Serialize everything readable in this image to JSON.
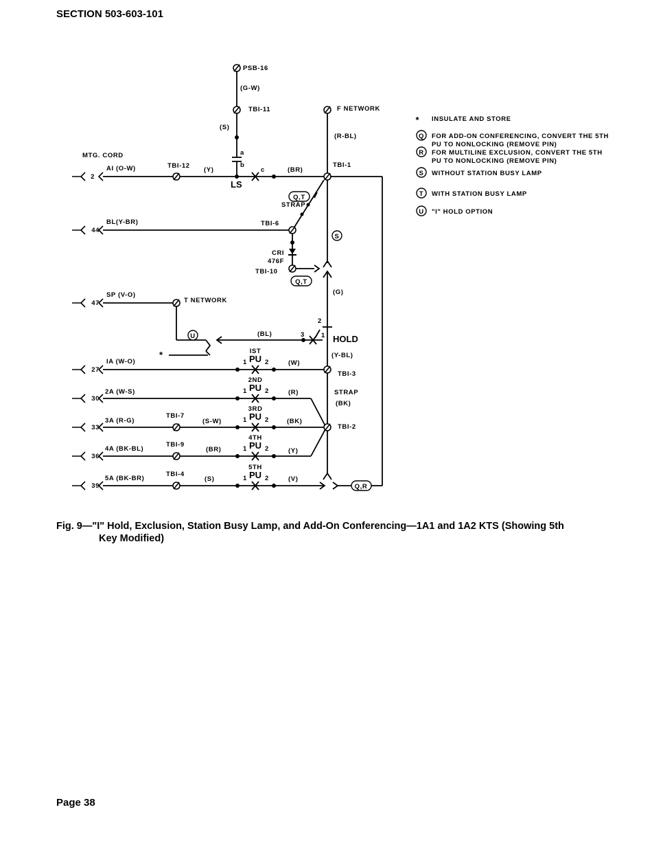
{
  "page": {
    "section": "SECTION 503-603-101",
    "page_number": "Page 38"
  },
  "figure": {
    "caption_line1": "Fig. 9—\"I\" Hold, Exclusion, Station Busy Lamp, and Add-On Conferencing—1A1 and 1A2 KTS (Showing 5th",
    "caption_line2": "Key Modified)"
  },
  "diagram": {
    "terminals": {
      "psb16": "PSB-16",
      "tb1_11": "TBI-11",
      "f_network": "F NETWORK",
      "tb1_12": "TBI-12",
      "tb1_1": "TBI-1",
      "tb1_6": "TBI-6",
      "tb1_10": "TBI-10",
      "t_network": "T NETWORK",
      "tb1_3": "TBI-3",
      "tb1_7": "TBI-7",
      "tb1_2": "TBI-2",
      "tb1_9": "TBI-9",
      "tb1_4": "TBI-4"
    },
    "wires": {
      "gw": "(G-W)",
      "s": "(S)",
      "rbl": "(R-BL)",
      "y": "(Y)",
      "br": "(BR)",
      "g": "(G)",
      "bl": "(BL)",
      "ybl": "(Y-BL)",
      "w": "(W)",
      "r": "(R)",
      "bk": "(BK)",
      "sw": "(S-W)",
      "br2": "(BR)",
      "y2": "(Y)",
      "s2": "(S)",
      "v": "(V)"
    },
    "labels": {
      "mtg_cord": "MTG. CORD",
      "ls": "LS",
      "contact_a": "a",
      "contact_b": "b",
      "contact_c": "c",
      "strap": "STRAP",
      "cr1": "CRI",
      "cr1_code": "476F",
      "hold": "HOLD",
      "hold_1": "1",
      "hold_2": "2",
      "hold_3": "3",
      "strap2": "STRAP",
      "strap2_color": "(BK)",
      "asterisk": "*"
    },
    "cord_leads": [
      {
        "pin": "2",
        "label": "AI (O-W)"
      },
      {
        "pin": "44",
        "label": "BL(Y-BR)"
      },
      {
        "pin": "47",
        "label": "SP (V-O)"
      },
      {
        "pin": "27",
        "label": "IA (W-O)"
      },
      {
        "pin": "30",
        "label": "2A (W-S)"
      },
      {
        "pin": "33",
        "label": "3A (R-G)"
      },
      {
        "pin": "36",
        "label": "4A (BK-BL)"
      },
      {
        "pin": "39",
        "label": "5A (BK-BR)"
      }
    ],
    "pickup_keys": [
      {
        "ord": "IST",
        "pu": "PU",
        "a": "1",
        "b": "2"
      },
      {
        "ord": "2ND",
        "pu": "PU",
        "a": "1",
        "b": "2"
      },
      {
        "ord": "3RD",
        "pu": "PU",
        "a": "1",
        "b": "2"
      },
      {
        "ord": "4TH",
        "pu": "PU",
        "a": "1",
        "b": "2"
      },
      {
        "ord": "5TH",
        "pu": "PU",
        "a": "1",
        "b": "2"
      }
    ],
    "badges": {
      "qt_top": "Q,T",
      "s": "S",
      "qt_mid": "Q,T",
      "u": "U",
      "qr": "Q,R"
    }
  },
  "legend": [
    {
      "symbol": "*",
      "text_lines": [
        "INSULATE AND STORE"
      ]
    },
    {
      "symbol": "Q",
      "text_lines": [
        "FOR ADD-ON CONFERENCING, CONVERT THE 5TH",
        "PU TO NONLOCKING (REMOVE PIN)"
      ]
    },
    {
      "symbol": "R",
      "text_lines": [
        "FOR MULTILINE EXCLUSION, CONVERT THE 5TH",
        "PU TO NONLOCKING (REMOVE PIN)"
      ]
    },
    {
      "symbol": "S",
      "text_lines": [
        "WITHOUT STATION BUSY LAMP"
      ]
    },
    {
      "symbol": "T",
      "text_lines": [
        "WITH STATION BUSY LAMP"
      ]
    },
    {
      "symbol": "U",
      "text_lines": [
        "\"I\" HOLD OPTION"
      ]
    }
  ]
}
